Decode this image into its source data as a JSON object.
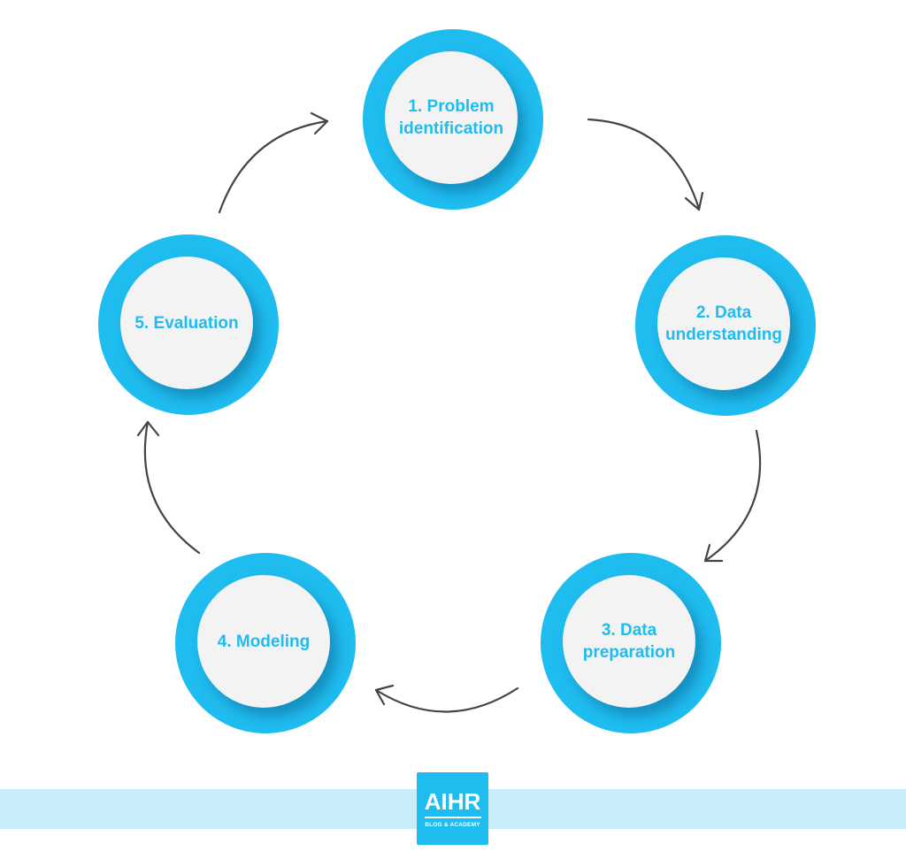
{
  "steps": [
    {
      "label": "1. Problem identification"
    },
    {
      "label": "2. Data understanding"
    },
    {
      "label": "3. Data preparation"
    },
    {
      "label": "4. Modeling"
    },
    {
      "label": "5. Evaluation"
    }
  ],
  "logo": {
    "title": "AIHR",
    "subtitle": "BLOG & ACADEMY"
  },
  "colors": {
    "accent": "#1fbcf0",
    "inner": "#f3f3f3",
    "band": "#c8ecfa",
    "arrow": "#444444"
  }
}
